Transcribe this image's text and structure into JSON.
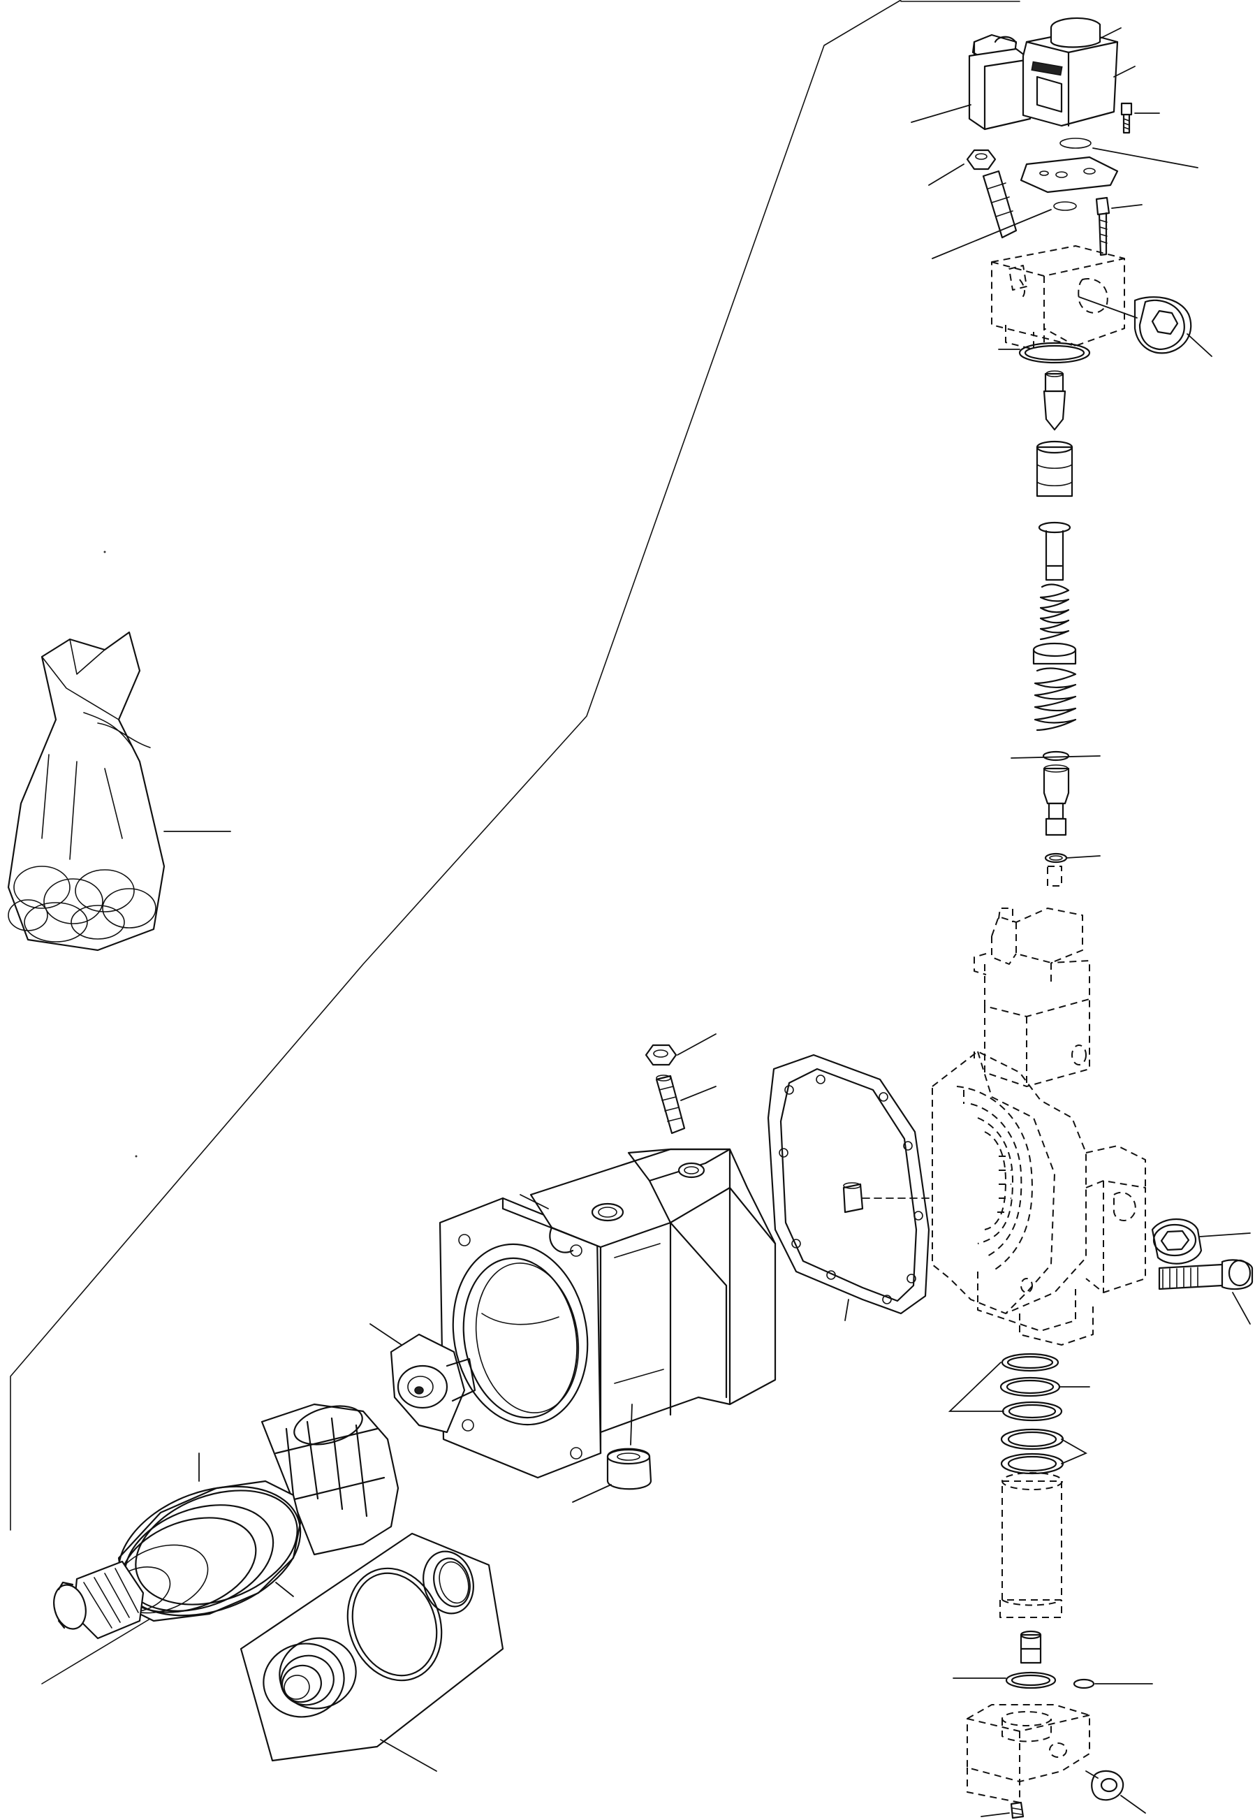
{
  "diagram": {
    "kind": "exploded-parts-view",
    "components": [
      "seal-kit-bag",
      "solenoid-coils",
      "control-valve-block",
      "valve-spool-stack",
      "control-housing",
      "housing-gasket",
      "motor-housing",
      "rotating-group",
      "bearing-seal-kit",
      "port-plug",
      "cap-screw",
      "o-ring-set",
      "lower-valve-block"
    ],
    "reference_labels": []
  }
}
